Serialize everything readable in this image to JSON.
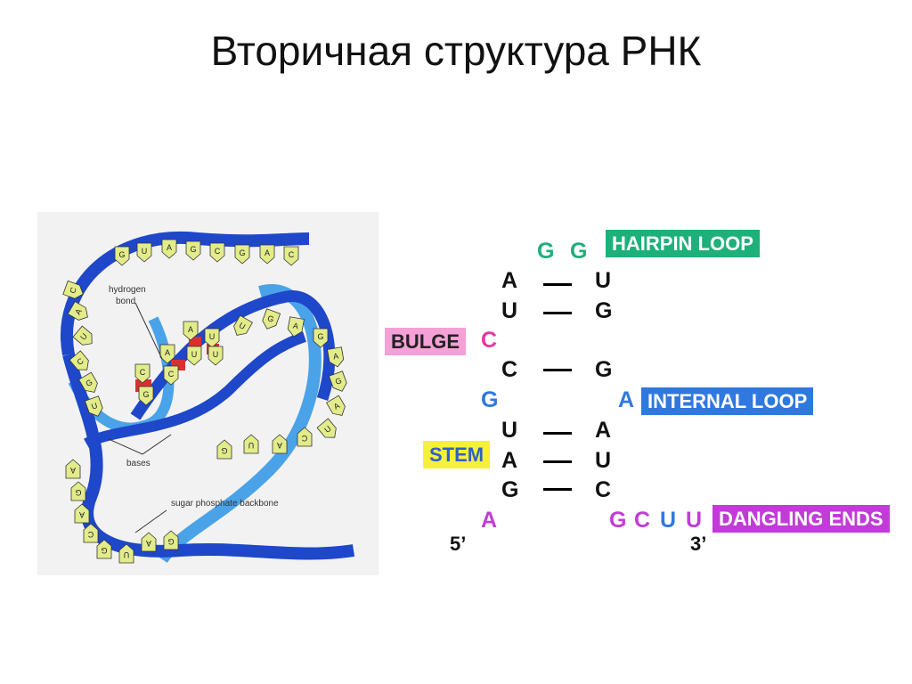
{
  "title": "Вторичная структура РНК",
  "figure": {
    "labels": {
      "hydrogen_bond": "hydrogen bond",
      "bases": "bases",
      "backbone": "sugar phosphate backbone"
    },
    "colors": {
      "backbone": "#1e47c9",
      "backbone_light": "#4aa3e8",
      "base_fill": "#e3ec8a",
      "hbond": "#d83030"
    },
    "top_bases": [
      "G",
      "U",
      "A",
      "G",
      "C",
      "G",
      "A",
      "C"
    ],
    "outer_bases": [
      "C",
      "A",
      "U",
      "C",
      "G",
      "U",
      "U",
      "G",
      "A",
      "G",
      "A",
      "G",
      "A",
      "U"
    ],
    "bottom_bases": [
      "A",
      "G",
      "A",
      "C",
      "G",
      "U",
      "A",
      "G",
      "G",
      "U",
      "A",
      "C"
    ]
  },
  "structure": {
    "colors": {
      "black": "#111111",
      "green": "#1db07a",
      "blue": "#2f78e0",
      "pink": "#e23aa0",
      "magenta": "#c23bd8"
    },
    "hairpin": [
      "G",
      "G"
    ],
    "left_strand": [
      "A",
      "U",
      "C",
      "C",
      "G",
      "U",
      "A",
      "G",
      "A"
    ],
    "right_strand": [
      "U",
      "G",
      "G",
      "A",
      "A",
      "U",
      "C"
    ],
    "dangling_3": [
      "G",
      "C",
      "U",
      "U"
    ],
    "five_prime": "5’",
    "three_prime": "3’",
    "tags": {
      "hairpin_loop": "HAIRPIN LOOP",
      "bulge": "BULGE",
      "internal_loop": "INTERNAL LOOP",
      "stem": "STEM",
      "dangling_ends": "DANGLING ENDS"
    }
  }
}
